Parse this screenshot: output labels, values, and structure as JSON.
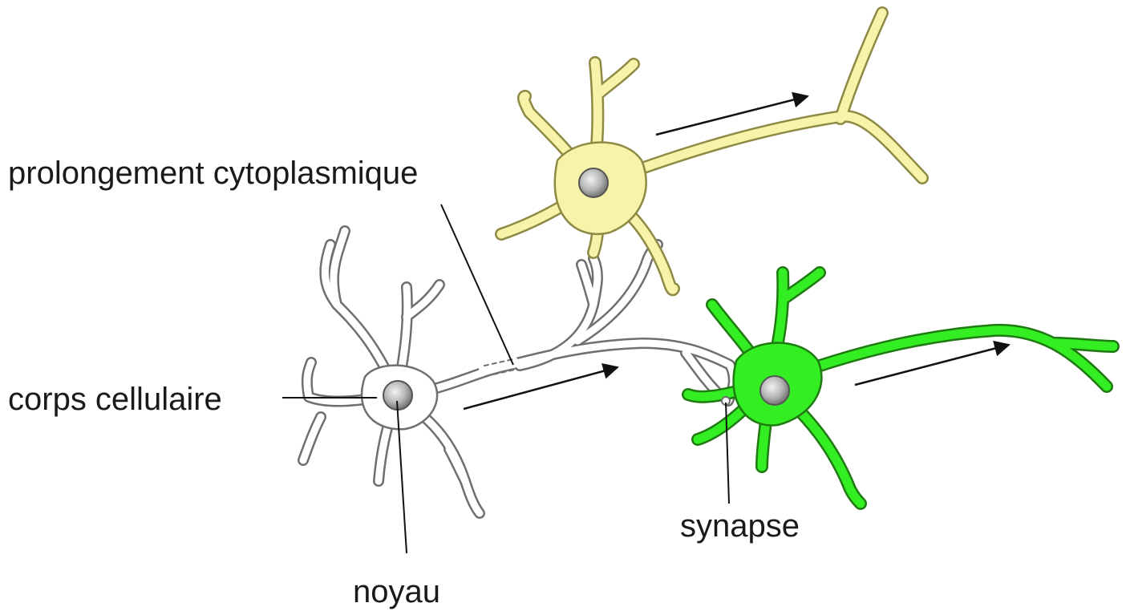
{
  "labels": {
    "prolongement": "prolongement cytoplasmique",
    "corps": "corps cellulaire",
    "synapse": "synapse",
    "noyau": "noyau"
  },
  "neurons": [
    {
      "id": "white-neuron",
      "fill": "#ffffff",
      "stroke": "#6f6f6f"
    },
    {
      "id": "yellow-neuron",
      "fill": "#f7f4a9",
      "stroke": "#8e8a45"
    },
    {
      "id": "green-neuron",
      "fill": "#33ee22",
      "stroke": "#1f7a12"
    }
  ],
  "colors": {
    "text": "#1a1a1a",
    "arrow": "#111111",
    "nucleus": "#a9a9a9"
  },
  "arrows_meaning": "signal direction"
}
